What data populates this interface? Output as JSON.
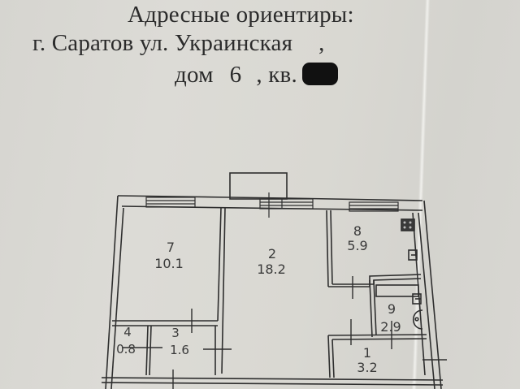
{
  "header": {
    "title": "Адресные ориентиры:",
    "city_street": "г. Саратов ул. Украинская",
    "street_comma": ",",
    "house_label": "дом",
    "house_number": "6",
    "apartment_label": ", кв.",
    "apartment_number_redacted": true
  },
  "floor_plan": {
    "rooms": [
      {
        "number": "7",
        "area": "10.1"
      },
      {
        "number": "2",
        "area": "18.2"
      },
      {
        "number": "8",
        "area": "5.9"
      },
      {
        "number": "9",
        "area": "2.9"
      },
      {
        "number": "4",
        "area": "0.8"
      },
      {
        "number": "3",
        "area": "1.6"
      },
      {
        "number": "1",
        "area": "3.2"
      }
    ],
    "fixtures": [
      "stove-icon",
      "sink-icon",
      "bathtub-icon",
      "toilet-icon",
      "washbasin-icon"
    ]
  },
  "colors": {
    "paper": "#d9d8d3",
    "ink": "#2b2b2b",
    "redaction": "#111111"
  }
}
